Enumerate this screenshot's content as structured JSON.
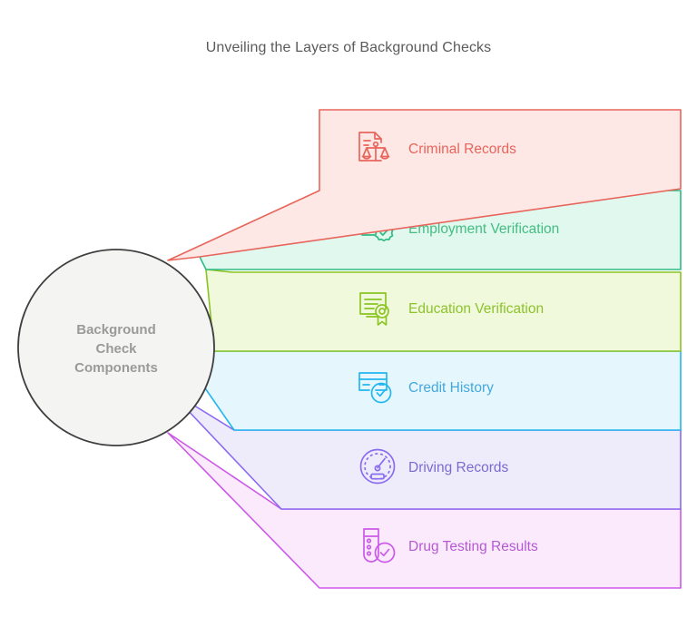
{
  "title": "Unveiling the Layers of Background Checks",
  "hub": {
    "name": "background-check-components",
    "lines": [
      "Background",
      "Check",
      "Components"
    ],
    "fill": "#f4f4f3",
    "stroke": "#3f3f3f"
  },
  "chart_data": {
    "type": "diagram",
    "title": "Unveiling the Layers of Background Checks",
    "center_node": "Background Check Components",
    "layout": "radial-fan-to-stacked-bands",
    "categories": [
      "Criminal Records",
      "Employment Verification",
      "Education Verification",
      "Credit History",
      "Driving Records",
      "Drug Testing Results"
    ],
    "values": [
      1,
      1,
      1,
      1,
      1,
      1
    ],
    "colors": [
      "#ee6352",
      "#25b87b",
      "#8cc21f",
      "#19b1e8",
      "#8b6bf0",
      "#cc5ae8"
    ],
    "legend": "none",
    "grid": false
  },
  "bands": [
    {
      "id": "criminal-records",
      "label": "Criminal Records",
      "icon": "document-scales-icon",
      "stroke": "#e8655c",
      "fill": "#fde8e6",
      "text": "#e8655c"
    },
    {
      "id": "employment-verification",
      "label": "Employment Verification",
      "icon": "briefcase-badge-icon",
      "stroke": "#2fbb84",
      "fill": "#e0f8ee",
      "text": "#45bd82"
    },
    {
      "id": "education-verification",
      "label": "Education Verification",
      "icon": "certificate-award-icon",
      "stroke": "#8ac422",
      "fill": "#f1f9dd",
      "text": "#8cc32a"
    },
    {
      "id": "credit-history",
      "label": "Credit History",
      "icon": "credit-card-check-icon",
      "stroke": "#22b6ef",
      "fill": "#e5f7fd",
      "text": "#44a8dd"
    },
    {
      "id": "driving-records",
      "label": "Driving Records",
      "icon": "speedometer-icon",
      "stroke": "#8b6bf0",
      "fill": "#eeecfb",
      "text": "#7c6ad0"
    },
    {
      "id": "drug-testing-results",
      "label": "Drug Testing Results",
      "icon": "test-tube-check-icon",
      "stroke": "#cc5ae8",
      "fill": "#fbeafc",
      "text": "#b659d4"
    }
  ]
}
